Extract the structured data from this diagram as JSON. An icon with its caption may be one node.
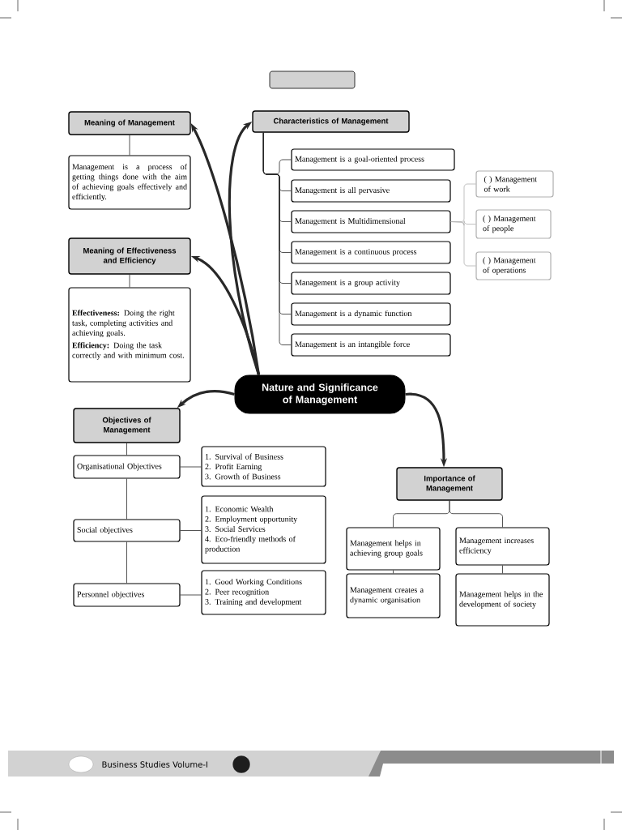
{
  "diagram": {
    "nodes": [
      {
        "text": [
          "Nature and Significance of Management"
        ]
      },
      {
        "text": [
          "Meaning of Management"
        ]
      },
      {
        "text": [
          "Management is a process of getting things done with the aim of achieving goals effectively and efficiently."
        ]
      },
      {
        "text": [
          "Meaning of Effectiveness and Efficiency"
        ]
      },
      {
        "text": [
          "**Effectiveness:** Doing the right task, completing activities and achieving goals.",
          "**Efficiency:** Doing the task correctly and with minimum cost."
        ]
      },
      {
        "text": [
          "Characteristics of Management"
        ]
      },
      {
        "text": [
          "Management is a goal-oriented process"
        ]
      },
      {
        "text": [
          "Management is all pervasive"
        ]
      },
      {
        "text": [
          "Management is Multidimensional"
        ]
      },
      {
        "text": [
          "Management is a continuous process"
        ]
      },
      {
        "text": [
          "Management is a group activity"
        ]
      },
      {
        "text": [
          "Management is a dynamic function"
        ]
      },
      {
        "text": [
          "Management is an intangible force"
        ]
      },
      {
        "text": [
          "( ) Management of work"
        ]
      },
      {
        "text": [
          "( ) Management of people"
        ]
      },
      {
        "text": [
          "( ) Management of operations"
        ]
      },
      {
        "text": [
          "Objectives of Management"
        ]
      },
      {
        "text": [
          "Organisational Objectives"
        ]
      },
      {
        "text": [
          "1. Survival of Business",
          "2. Profit Earning",
          "3. Growth of Business"
        ]
      },
      {
        "text": [
          "Social objectives"
        ]
      },
      {
        "text": [
          "1. Economic Wealth",
          "2. Employment opportunity",
          "3. Social Services",
          "4. Eco-friendly methods of production"
        ]
      },
      {
        "text": [
          "Personnel objectives"
        ]
      },
      {
        "text": [
          "1. Good Working Conditions",
          "2. Peer recognition",
          "3. Training and development"
        ]
      },
      {
        "text": [
          "Importance of Management"
        ]
      },
      {
        "text": [
          "Management helps in achieving group goals"
        ]
      },
      {
        "text": [
          "Management increases efficiency"
        ]
      },
      {
        "text": [
          "Management creates a dynamic organisation"
        ]
      },
      {
        "text": [
          "Management helps in the development of society"
        ]
      },
      {
        "text": [],
        "shape": "box"
      }
    ],
    "edges": [
      {
        "from": 0,
        "to": 1,
        "arrow": "to",
        "style": "thick"
      },
      {
        "from": 0,
        "to": 3,
        "arrow": "to",
        "style": "thick"
      },
      {
        "from": 0,
        "to": 5,
        "arrow": "to",
        "style": "thick"
      },
      {
        "from": 0,
        "to": 16,
        "arrow": "to",
        "style": "thick"
      },
      {
        "from": 0,
        "to": 23,
        "arrow": "to",
        "style": "thick"
      },
      {
        "from": 1,
        "to": 2,
        "arrow": "none"
      },
      {
        "from": 3,
        "to": 4,
        "arrow": "none"
      },
      {
        "from": 5,
        "to": 6,
        "arrow": "none"
      },
      {
        "from": 5,
        "to": 7,
        "arrow": "none"
      },
      {
        "from": 5,
        "to": 8,
        "arrow": "none"
      },
      {
        "from": 5,
        "to": 9,
        "arrow": "none"
      },
      {
        "from": 5,
        "to": 10,
        "arrow": "none"
      },
      {
        "from": 5,
        "to": 11,
        "arrow": "none"
      },
      {
        "from": 5,
        "to": 12,
        "arrow": "none"
      },
      {
        "from": 8,
        "to": 13,
        "arrow": "none",
        "color": "#b0b0b0"
      },
      {
        "from": 8,
        "to": 14,
        "arrow": "none",
        "color": "#b0b0b0"
      },
      {
        "from": 8,
        "to": 15,
        "arrow": "none",
        "color": "#b0b0b0"
      },
      {
        "from": 16,
        "to": 17,
        "arrow": "none"
      },
      {
        "from": 17,
        "to": 19,
        "arrow": "none"
      },
      {
        "from": 19,
        "to": 21,
        "arrow": "none"
      },
      {
        "from": 17,
        "to": 18,
        "arrow": "none"
      },
      {
        "from": 19,
        "to": 20,
        "arrow": "none"
      },
      {
        "from": 21,
        "to": 22,
        "arrow": "none"
      },
      {
        "from": 23,
        "to": 24,
        "arrow": "none"
      },
      {
        "from": 23,
        "to": 25,
        "arrow": "none"
      },
      {
        "from": 24,
        "to": 26,
        "arrow": "none"
      },
      {
        "from": 25,
        "to": 27,
        "arrow": "none"
      }
    ],
    "labels": [
      "Business Studies Volume-I"
    ]
  }
}
